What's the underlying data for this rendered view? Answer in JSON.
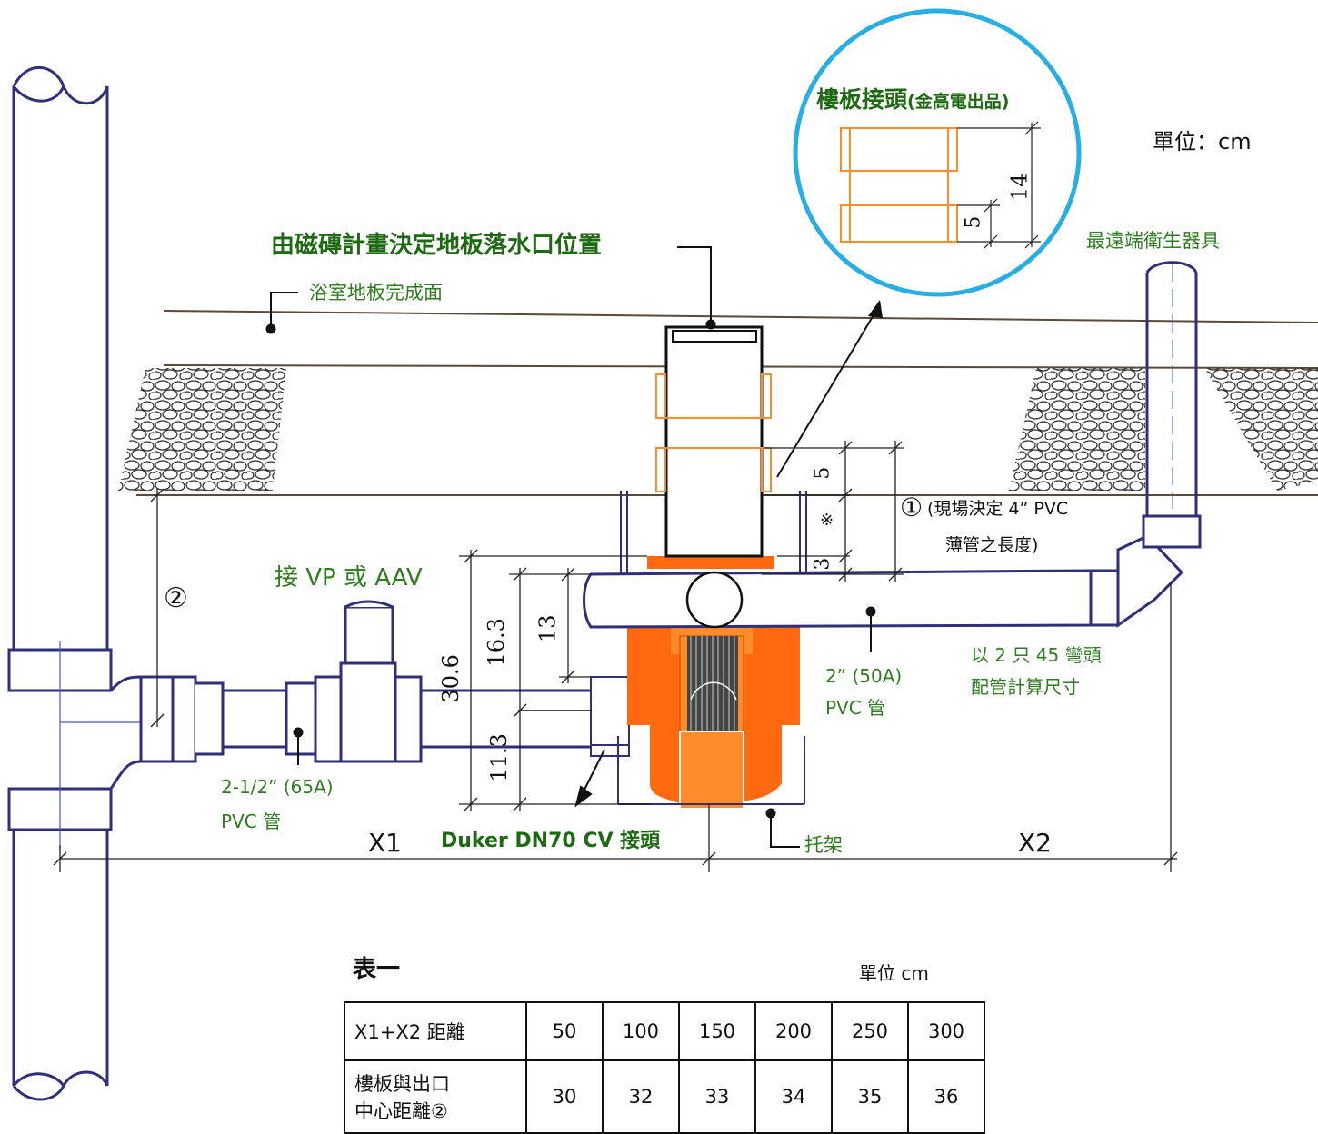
{
  "colors": {
    "pipe": "#2f2f7a",
    "orange": "#ff6a10",
    "orange_light": "#ff8c2a",
    "callout_ring": "#27aee3",
    "label_green": "#2e7d1e",
    "dim": "#222222"
  },
  "labels": {
    "unit": "單位：cm",
    "slab_joint": "樓板接頭",
    "slab_joint_note": "(金高電出品)",
    "drain_position": "由磁磚計畫決定地板落水口位置",
    "floor_finish": "浴室地板完成面",
    "farthest_fixture": "最遠端衛生器具",
    "circle1_note_line1": "(現場決定 4” PVC",
    "circle1_note_line2": "薄管之長度)",
    "connect_vp": "接 VP 或 AAV",
    "pipe_50a_line1": "2” (50A)",
    "pipe_50a_line2": "PVC 管",
    "elbow_note_line1": "以 2 只 45 彎頭",
    "elbow_note_line2": "配管計算尺寸",
    "pipe_65a_line1": "2-1/2” (65A)",
    "pipe_65a_line2": "PVC 管",
    "duker": "Duker DN70 CV 接頭",
    "bracket": "托架",
    "x1": "X1",
    "x2": "X2",
    "circle1": "①",
    "circle2": "②"
  },
  "dimensions": {
    "callout_14": "14",
    "callout_5": "5",
    "d5": "5",
    "dx": "※",
    "d3": "3",
    "d13": "13",
    "d163": "16.3",
    "d306": "30.6",
    "d113": "11.3"
  },
  "table": {
    "title": "表一",
    "unit": "單位 cm",
    "row1_header": "X1+X2 距離",
    "row1_values": [
      "50",
      "100",
      "150",
      "200",
      "250",
      "300"
    ],
    "row2_header_line1": "樓板與出口",
    "row2_header_line2": "中心距離②",
    "row2_values": [
      "30",
      "32",
      "33",
      "34",
      "35",
      "36"
    ]
  }
}
